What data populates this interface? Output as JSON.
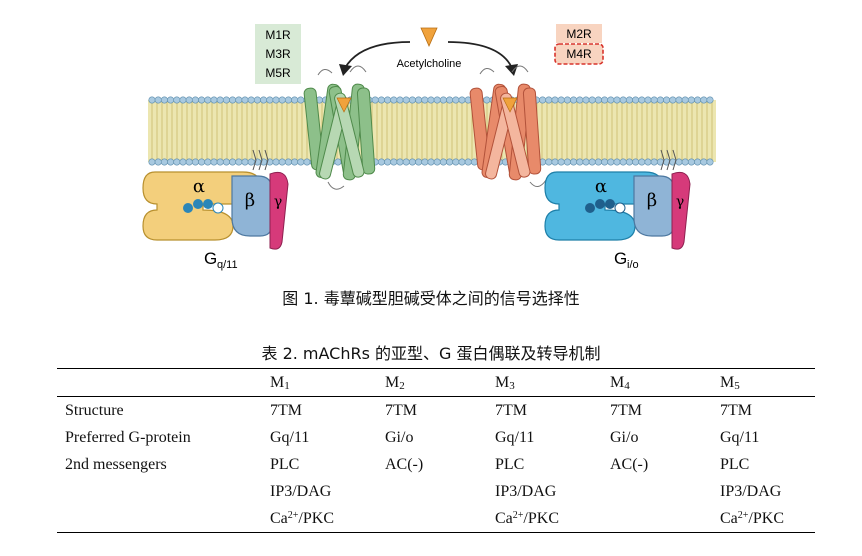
{
  "figure": {
    "ligand_label": "Acetylcholine",
    "left_receptors": [
      "M1R",
      "M3R",
      "M5R"
    ],
    "right_receptors": [
      "M2R",
      "M4R"
    ],
    "left_gprotein": {
      "alpha": "α",
      "beta": "β",
      "gamma": "γ",
      "name_main": "G",
      "name_sub": "q/11"
    },
    "right_gprotein": {
      "alpha": "α",
      "beta": "β",
      "gamma": "γ",
      "name_main": "G",
      "name_sub": "i/o"
    },
    "colors": {
      "membrane_head": "#a8c9e0",
      "membrane_tail": "#e8e2a8",
      "left_receptor": "#8dc08a",
      "right_receptor": "#e88a6a",
      "ligand": "#f0a23c",
      "left_alpha": "#f3cf7c",
      "beta": "#8fb4d6",
      "gamma": "#d63a7a",
      "right_alpha": "#4fb7e0",
      "left_box": "#d8ead6",
      "right_box": "#f8d4c0",
      "dashed_box": "#d8342c"
    }
  },
  "figure_caption": "图 1.  毒蕈碱型胆碱受体之间的信号选择性",
  "table": {
    "caption": "表 2. mAChRs 的亚型、G 蛋白偶联及转导机制",
    "columns": [
      {
        "main": "",
        "sub": ""
      },
      {
        "main": "M",
        "sub": "1"
      },
      {
        "main": "M",
        "sub": "2"
      },
      {
        "main": "M",
        "sub": "3"
      },
      {
        "main": "M",
        "sub": "4"
      },
      {
        "main": "M",
        "sub": "5"
      }
    ],
    "rows": [
      [
        "Structure",
        "7TM",
        "7TM",
        "7TM",
        "7TM",
        "7TM"
      ],
      [
        "Preferred G-protein",
        "Gq/11",
        "Gi/o",
        "Gq/11",
        "Gi/o",
        "Gq/11"
      ],
      [
        "2nd messengers",
        "PLC",
        "AC(-)",
        "PLC",
        "AC(-)",
        "PLC"
      ],
      [
        "",
        "IP3/DAG",
        "",
        "IP3/DAG",
        "",
        "IP3/DAG"
      ],
      [
        "",
        "Ca",
        "",
        "Ca",
        "",
        "Ca"
      ]
    ],
    "superscript_row": [
      "",
      "2+",
      "",
      "2+",
      "",
      "2+"
    ],
    "suffix_row": [
      "",
      "/PKC",
      "",
      "/PKC",
      "",
      "/PKC"
    ]
  }
}
